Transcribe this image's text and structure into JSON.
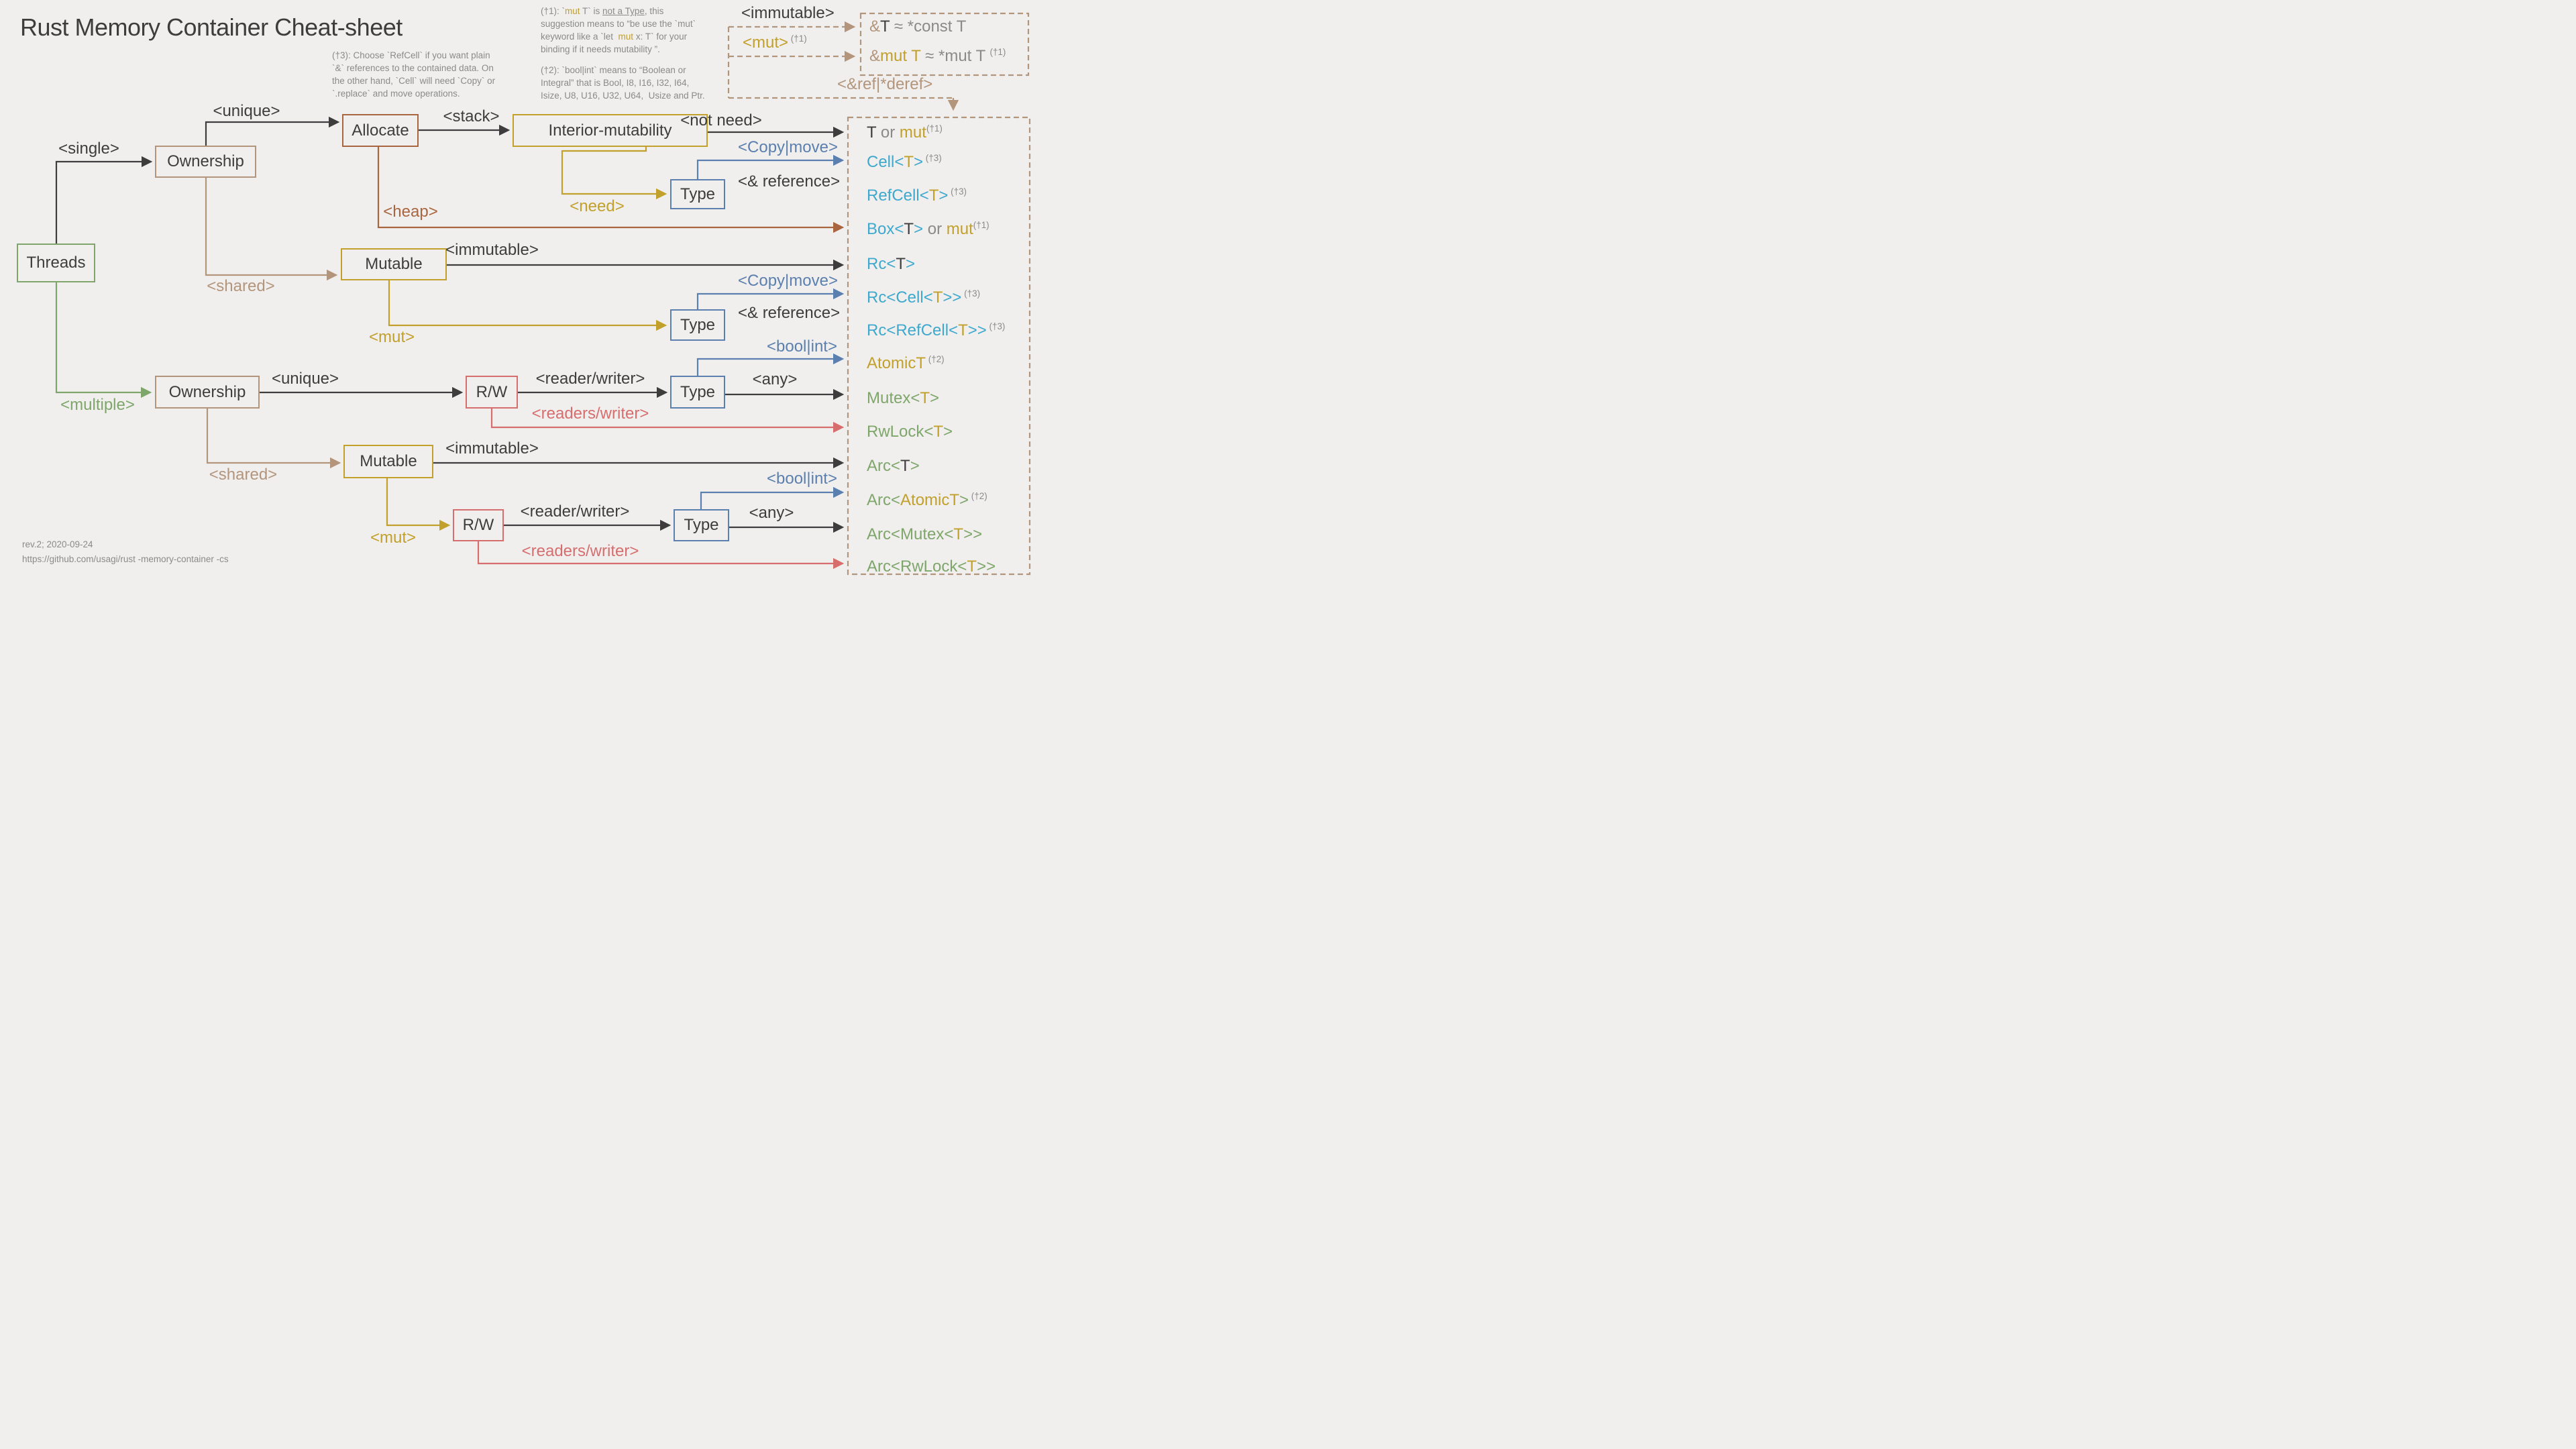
{
  "palette": {
    "bg": "#f0efee",
    "dark": "#3d3d3d",
    "gray": "#8a8a8a",
    "tan": "#b3957c",
    "rust": "#a9653f",
    "gold": "#c2a02c",
    "blue": "#5b7fae",
    "cyan": "#3ea8cd",
    "green": "#7ea66a",
    "red": "#d76e6e"
  },
  "title": "Rust Memory Container Cheat-sheet",
  "notes": {
    "note1": [
      [
        {
          "t": "(†1): `"
        },
        {
          "t": "mut",
          "c": "gold"
        },
        {
          "t": " T` is "
        },
        {
          "t": "not a Type",
          "u": true
        },
        {
          "t": ", this"
        }
      ],
      [
        {
          "t": "suggestion means to “be use the `mut`"
        }
      ],
      [
        {
          "t": "keyword like a `let  "
        },
        {
          "t": "mut",
          "c": "gold"
        },
        {
          "t": " x: T` for your"
        }
      ],
      [
        {
          "t": "binding if it needs mutability ”."
        }
      ]
    ],
    "note2": [
      [
        {
          "t": "(†2): `bool|int` means to “Boolean or"
        }
      ],
      [
        {
          "t": "Integral” that is Bool, I8, I16, I32, I64,"
        }
      ],
      [
        {
          "t": "Isize, U8, U16, U32, U64,  Usize and Ptr."
        }
      ]
    ],
    "note3": [
      [
        {
          "t": "(†3): Choose `RefCell` if you want plain"
        }
      ],
      [
        {
          "t": "`&` references to the contained data. On"
        }
      ],
      [
        {
          "t": "the other hand, `Cell` will need `Copy` or"
        }
      ],
      [
        {
          "t": "`.replace` and move operations."
        }
      ]
    ]
  },
  "top_right": {
    "immutable_label": "<immutable>",
    "mut_label": [
      {
        "t": "<mut>",
        "c": "gold"
      },
      {
        "t": " (†1)",
        "c": "gray",
        "sup": true
      }
    ],
    "ref_deref": "<&ref|*deref>",
    "equiv_rows": [
      [
        {
          "t": "&",
          "c": "tan"
        },
        {
          "t": "T",
          "c": "dark"
        },
        {
          "t": " ≈ *const T",
          "c": "gray"
        }
      ],
      [
        {
          "t": "&",
          "c": "tan"
        },
        {
          "t": "mut T",
          "c": "gold"
        },
        {
          "t": " ≈ *mut T ",
          "c": "gray"
        },
        {
          "t": "(†1)",
          "c": "gray",
          "sup": true
        }
      ]
    ]
  },
  "nodes": {
    "threads": "Threads",
    "ownership1": "Ownership",
    "allocate": "Allocate",
    "interior": "Interior-mutability",
    "mutable1": "Mutable",
    "type1": "Type",
    "type2": "Type",
    "ownership2": "Ownership",
    "rw1": "R/W",
    "type3": "Type",
    "mutable2": "Mutable",
    "rw2": "R/W",
    "type4": "Type"
  },
  "edge_labels": {
    "single": "<single>",
    "unique1": "<unique>",
    "stack": "<stack>",
    "not_need": "<not need>",
    "heap": "<heap>",
    "need": "<need>",
    "copy_move1": "<Copy|move>",
    "reference1": "<& reference>",
    "immutable1": "<immutable>",
    "shared1": "<shared>",
    "mut1": "<mut>",
    "copy_move2": "<Copy|move>",
    "reference2": "<& reference>",
    "multiple": "<multiple>",
    "unique2": "<unique>",
    "reader_writer1": "<reader/writer>",
    "bool_int1": "<bool|int>",
    "any1": "<any>",
    "readers_writer1": "<readers/writer>",
    "shared2": "<shared>",
    "immutable2": "<immutable>",
    "mut2": "<mut>",
    "reader_writer2": "<reader/writer>",
    "bool_int2": "<bool|int>",
    "any2": "<any>",
    "readers_writer2": "<readers/writer>"
  },
  "results": [
    [
      {
        "t": "T",
        "c": "dark"
      },
      {
        "t": " or ",
        "c": "gray"
      },
      {
        "t": "mut",
        "c": "gold"
      },
      {
        "t": "(†1)",
        "c": "gray",
        "sup": true
      }
    ],
    [
      {
        "t": "Cell<",
        "c": "cyan"
      },
      {
        "t": "T",
        "c": "gold"
      },
      {
        "t": ">",
        "c": "cyan"
      },
      {
        "t": " (†3)",
        "c": "gray",
        "sup": true
      }
    ],
    [
      {
        "t": "RefCell<",
        "c": "cyan"
      },
      {
        "t": "T",
        "c": "gold"
      },
      {
        "t": ">",
        "c": "cyan"
      },
      {
        "t": " (†3)",
        "c": "gray",
        "sup": true
      }
    ],
    [
      {
        "t": "Box<",
        "c": "cyan"
      },
      {
        "t": "T",
        "c": "dark"
      },
      {
        "t": ">",
        "c": "cyan"
      },
      {
        "t": " or ",
        "c": "gray"
      },
      {
        "t": "mut",
        "c": "gold"
      },
      {
        "t": "(†1)",
        "c": "gray",
        "sup": true
      }
    ],
    [
      {
        "t": "Rc<",
        "c": "cyan"
      },
      {
        "t": "T",
        "c": "dark"
      },
      {
        "t": ">",
        "c": "cyan"
      }
    ],
    [
      {
        "t": "Rc<Cell<",
        "c": "cyan"
      },
      {
        "t": "T",
        "c": "gold"
      },
      {
        "t": ">>",
        "c": "cyan"
      },
      {
        "t": " (†3)",
        "c": "gray",
        "sup": true
      }
    ],
    [
      {
        "t": "Rc<RefCell<",
        "c": "cyan"
      },
      {
        "t": "T",
        "c": "gold"
      },
      {
        "t": ">>",
        "c": "cyan"
      },
      {
        "t": " (†3)",
        "c": "gray",
        "sup": true
      }
    ],
    [
      {
        "t": "AtomicT",
        "c": "gold"
      },
      {
        "t": " (†2)",
        "c": "gray",
        "sup": true
      }
    ],
    [
      {
        "t": "Mutex<",
        "c": "green"
      },
      {
        "t": "T",
        "c": "gold"
      },
      {
        "t": ">",
        "c": "green"
      }
    ],
    [
      {
        "t": "RwLock<",
        "c": "green"
      },
      {
        "t": "T",
        "c": "gold"
      },
      {
        "t": ">",
        "c": "green"
      }
    ],
    [
      {
        "t": "Arc<",
        "c": "green"
      },
      {
        "t": "T",
        "c": "dark"
      },
      {
        "t": ">",
        "c": "green"
      }
    ],
    [
      {
        "t": "Arc<",
        "c": "green"
      },
      {
        "t": "AtomicT",
        "c": "gold"
      },
      {
        "t": ">",
        "c": "green"
      },
      {
        "t": " (†2)",
        "c": "gray",
        "sup": true
      }
    ],
    [
      {
        "t": "Arc<Mutex<",
        "c": "green"
      },
      {
        "t": "T",
        "c": "gold"
      },
      {
        "t": ">>",
        "c": "green"
      }
    ],
    [
      {
        "t": "Arc<RwLock<",
        "c": "green"
      },
      {
        "t": "T",
        "c": "gold"
      },
      {
        "t": ">>",
        "c": "green"
      }
    ]
  ],
  "footer": {
    "line1": "rev.2; 2020-09-24",
    "line2": "https://github.com/usagi/rust -memory-container -cs"
  }
}
